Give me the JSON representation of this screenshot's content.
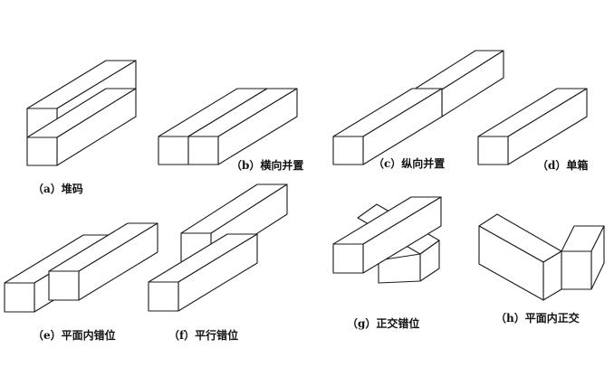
{
  "figure": {
    "panels": [
      {
        "id": "a",
        "caption": "（a）堆码"
      },
      {
        "id": "b",
        "caption": "（b）横向并置"
      },
      {
        "id": "c",
        "caption": "（c）纵向并置"
      },
      {
        "id": "d",
        "caption": "（d）单箱"
      },
      {
        "id": "e",
        "caption": "（e）平面内错位"
      },
      {
        "id": "f",
        "caption": "（f）平行错位"
      },
      {
        "id": "g",
        "caption": "（g）正交错位"
      },
      {
        "id": "h",
        "caption": "（h）平面内正交"
      }
    ]
  },
  "colors": {
    "stroke": "#1a1a1a",
    "fill": "#ffffff",
    "text": "#111111"
  }
}
